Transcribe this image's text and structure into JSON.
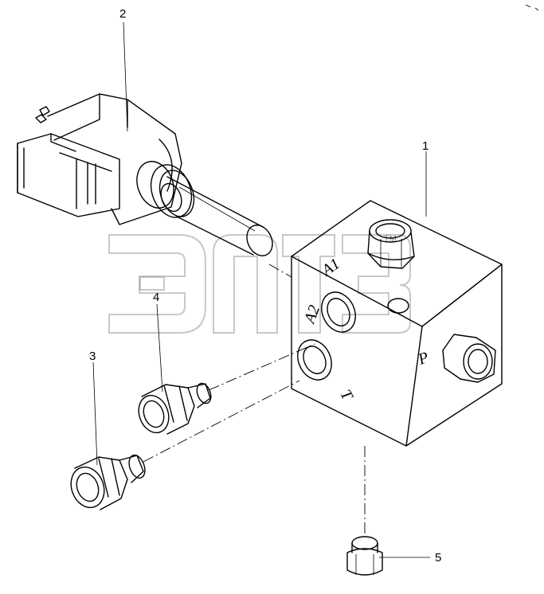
{
  "callouts": {
    "c1": "1",
    "c2": "2",
    "c3": "3",
    "c4": "4",
    "c5": "5"
  },
  "ports": {
    "a1": "A1",
    "a2": "A2",
    "p": "P",
    "t": "T"
  },
  "watermark": {
    "tm": "TM"
  }
}
